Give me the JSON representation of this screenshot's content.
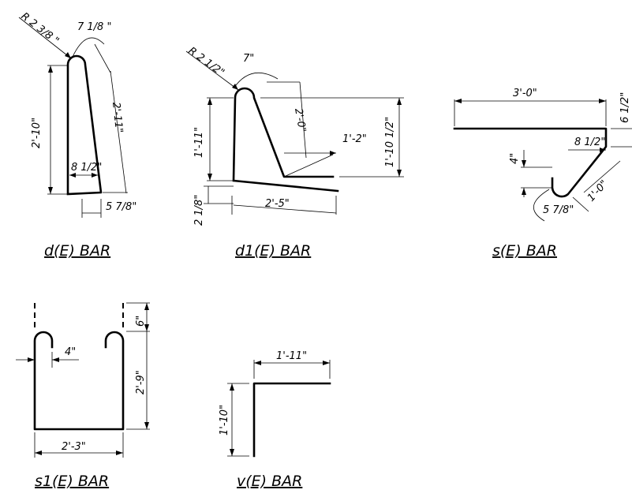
{
  "drawings": [
    {
      "title": "d(E) BAR",
      "dims": {
        "radius": "R 2 3/8 \"",
        "top_width": "7 1/8 \"",
        "leg_left": "2'-10\"",
        "leg_right": "2'-11\"",
        "bottom_inner": "8 1/2\"",
        "bottom_outer": "5 7/8\""
      }
    },
    {
      "title": "d1(E) BAR",
      "dims": {
        "radius": "R 2 1/2\"",
        "top_width": "7\"",
        "leg_left": "1'-11\"",
        "diag": "2'-0\"",
        "foot": "1'-2\"",
        "height_right": "1'-10 1/2\"",
        "bottom_left": "2 1/8\"",
        "bottom_length": "2'-5\""
      }
    },
    {
      "title": "s(E) BAR",
      "dims": {
        "top_length": "3'-0\"",
        "right_height": "6 1/2\"",
        "hook_width": "8 1/2\"",
        "hook_drop": "4\"",
        "hook_arc": "5 7/8\"",
        "hook_diag": "1'-0\""
      }
    },
    {
      "title": "s1(E) BAR",
      "dims": {
        "hook_top": "6\"",
        "hook_gap": "4\"",
        "height": "2'-9\"",
        "width": "2'-3\""
      }
    },
    {
      "title": "v(E) BAR",
      "dims": {
        "leg_horizontal": "1'-11\"",
        "leg_vertical": "1'-10\""
      }
    }
  ]
}
